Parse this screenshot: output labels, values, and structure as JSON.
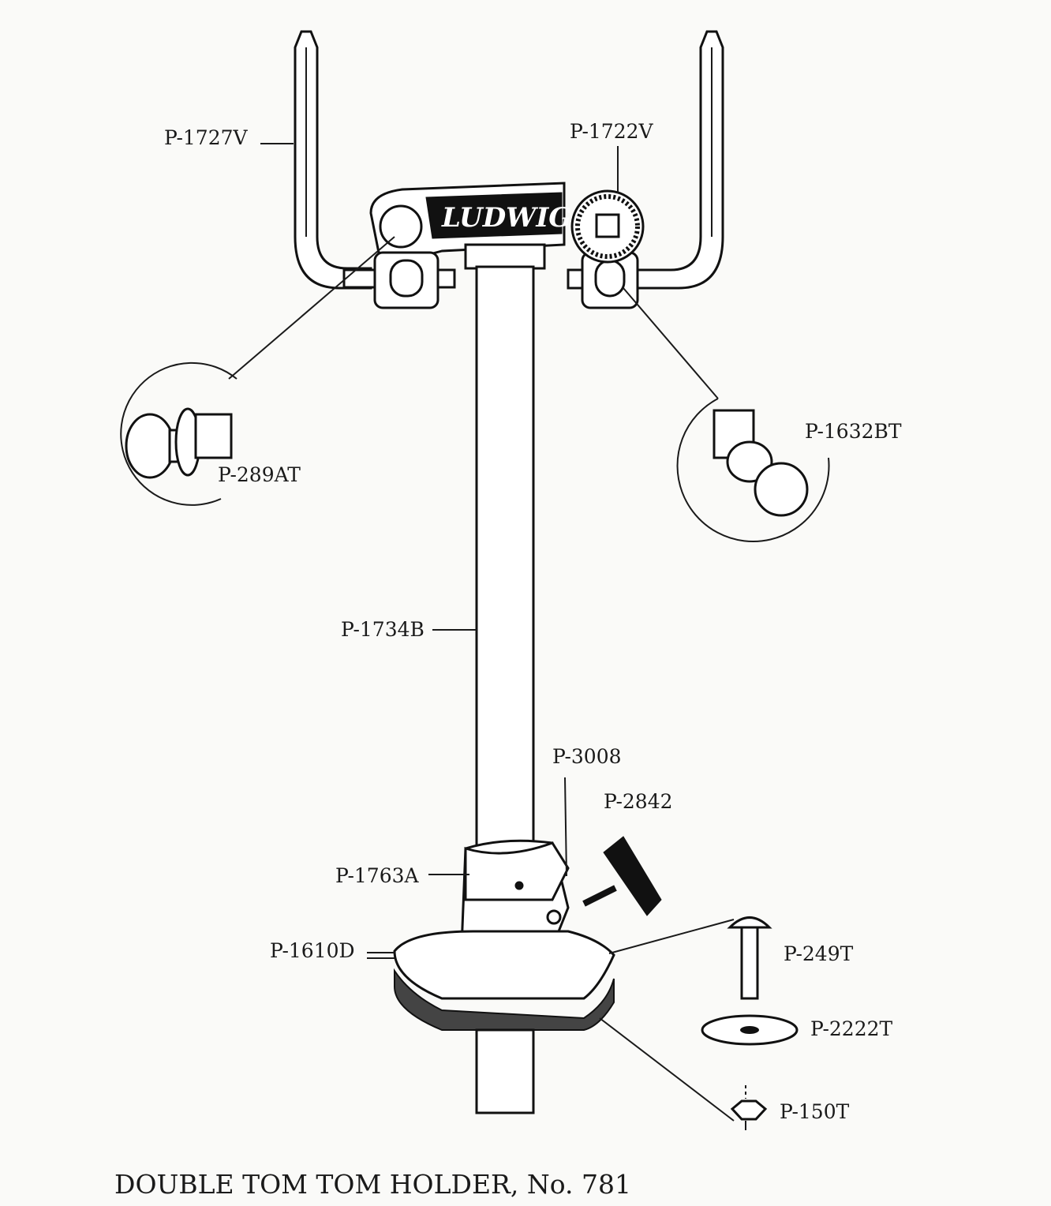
{
  "title": "DOUBLE TOM TOM HOLDER, No. 781",
  "logo_text": "LUDWIG",
  "parts": {
    "p1727v": "P-1727V",
    "p1722v": "P-1722V",
    "p289at": "P-289AT",
    "p1632bt": "P-1632BT",
    "p1734b": "P-1734B",
    "p3008": "P-3008",
    "p2842": "P-2842",
    "p1763a": "P-1763A",
    "p1610d": "P-1610D",
    "p249t": "P-249T",
    "p2222t": "P-2222T",
    "p150t": "P-150T"
  }
}
